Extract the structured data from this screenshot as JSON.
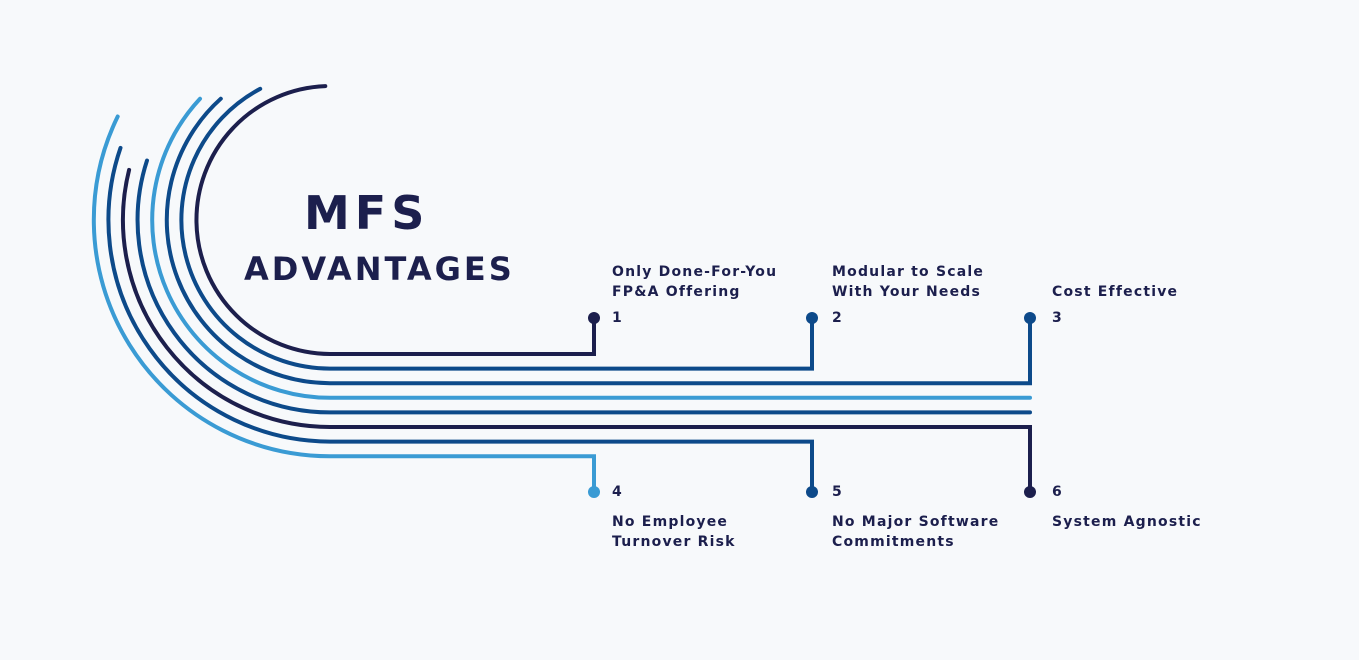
{
  "title": {
    "line1": "MFS",
    "line2": "ADVANTAGES"
  },
  "colors": {
    "navy": "#1c1f4d",
    "blue": "#0d4a8a",
    "light_blue": "#3a9bd4",
    "text": "#1c1f4d",
    "background": "#f7f9fb"
  },
  "advantages": [
    {
      "number": "1",
      "lines": [
        "Only Done-For-You",
        "FP&A Offering"
      ],
      "color": "#1c1f4d"
    },
    {
      "number": "2",
      "lines": [
        "Modular to Scale",
        "With Your Needs"
      ],
      "color": "#0d4a8a"
    },
    {
      "number": "3",
      "lines": [
        "Cost Effective"
      ],
      "color": "#0d4a8a"
    },
    {
      "number": "4",
      "lines": [
        "No Employee",
        "Turnover Risk"
      ],
      "color": "#3a9bd4"
    },
    {
      "number": "5",
      "lines": [
        "No Major Software",
        "Commitments"
      ],
      "color": "#0d4a8a"
    },
    {
      "number": "6",
      "lines": [
        "System Agnostic"
      ],
      "color": "#1c1f4d"
    }
  ]
}
